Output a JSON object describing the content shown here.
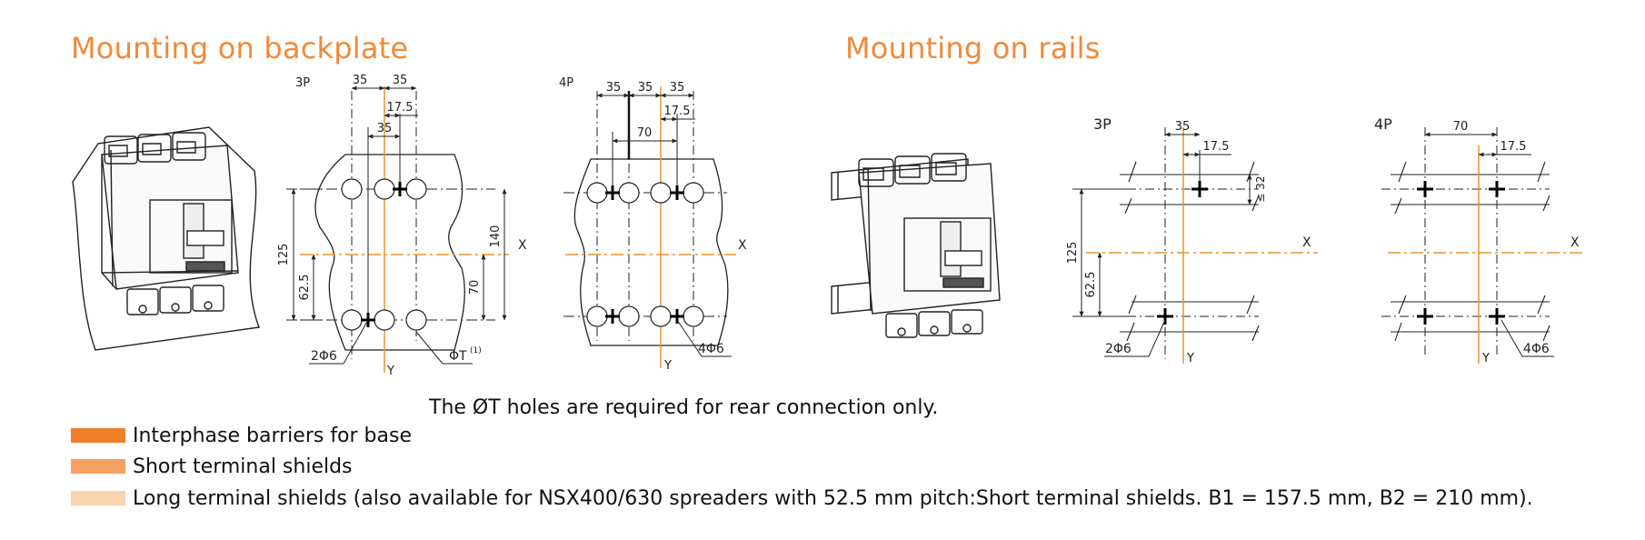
{
  "headings": {
    "backplate": "Mounting on backplate",
    "rails": "Mounting on rails"
  },
  "colors": {
    "accent": "#ef8a3a",
    "axis_line": "#e8932e",
    "legend": [
      "#f07f2a",
      "#f5a060",
      "#fad3b0"
    ]
  },
  "diagrams": {
    "backplate_3p": {
      "pole_label": "3P",
      "dims": [
        "35",
        "35",
        "17.5",
        "35",
        "125",
        "62.5",
        "140",
        "70"
      ],
      "axis_x": "X",
      "axis_y": "Y",
      "hole_left": "2Φ6",
      "hole_right": "ΦT",
      "hole_right_sup": "(1)"
    },
    "backplate_4p": {
      "pole_label": "4P",
      "dims": [
        "35",
        "35",
        "35",
        "17.5",
        "70"
      ],
      "axis_x": "X",
      "axis_y": "Y",
      "hole_label": "4Φ6"
    },
    "rails_3p": {
      "pole_label": "3P",
      "dims": [
        "35",
        "17.5",
        "≤ 32",
        "125",
        "62.5"
      ],
      "axis_x": "X",
      "axis_y": "Y",
      "hole_label": "2Φ6"
    },
    "rails_4p": {
      "pole_label": "4P",
      "dims": [
        "70",
        "17.5"
      ],
      "axis_x": "X",
      "axis_y": "Y",
      "hole_label": "4Φ6"
    }
  },
  "note": "The ØT holes are required for rear connection only.",
  "legend": [
    {
      "label": "Interphase barriers for base",
      "color": "#f07f2a"
    },
    {
      "label": "Short terminal shields",
      "color": "#f5a060"
    },
    {
      "label": "Long terminal shields (also available for NSX400/630 spreaders with 52.5 mm pitch:Short terminal shields. B1 = 157.5 mm, B2 = 210 mm).",
      "color": "#fad3b0"
    }
  ]
}
